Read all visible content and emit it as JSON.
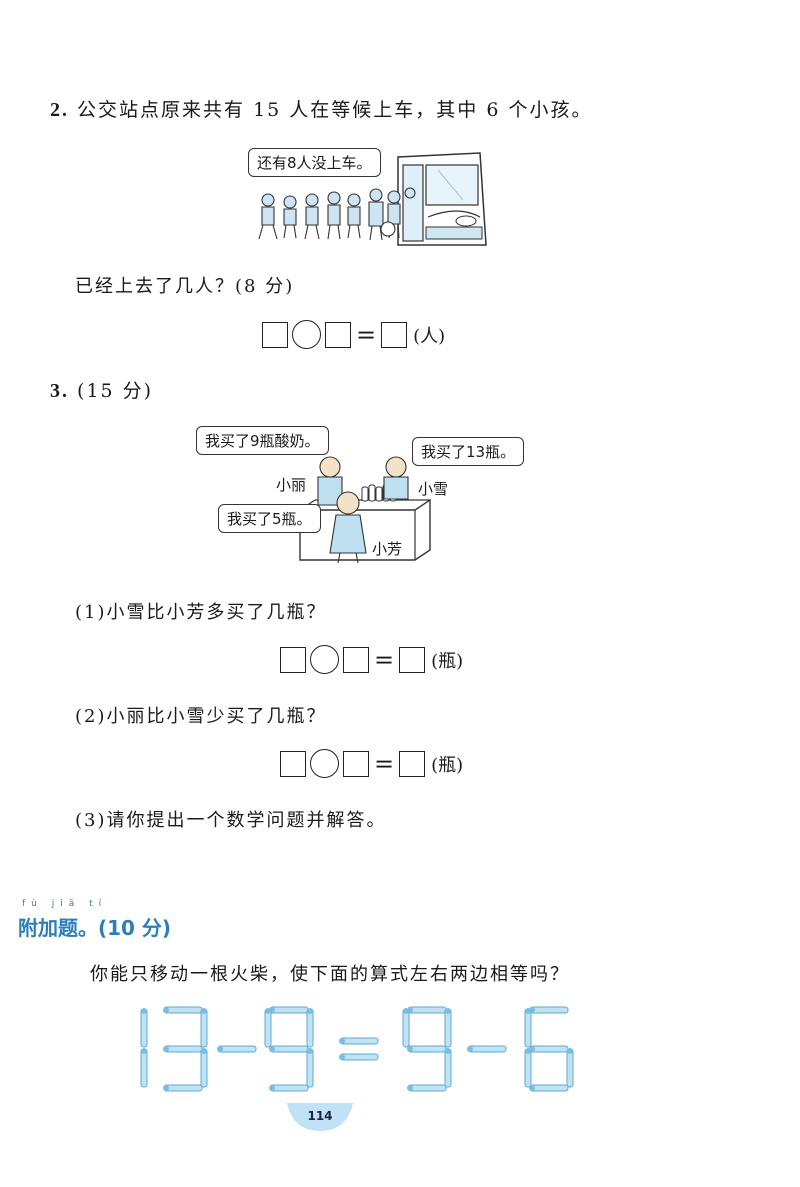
{
  "q2": {
    "num": "2.",
    "text": "公交站点原来共有 15 人在等候上车，其中 6 个小孩。",
    "bubble": "还有8人没上车。",
    "question": "已经上去了几人？(8 分)",
    "unit": "(人)"
  },
  "q3": {
    "num": "3.",
    "text": "(15 分)",
    "bubble_lili": "我买了9瓶酸奶。",
    "bubble_xue": "我买了13瓶。",
    "bubble_fang": "我买了5瓶。",
    "name_lili": "小丽",
    "name_xue": "小雪",
    "name_fang": "小芳",
    "sub1": "(1)小雪比小芳多买了几瓶？",
    "sub2": "(2)小丽比小雪少买了几瓶？",
    "sub3": "(3)请你提出一个数学问题并解答。",
    "unit": "(瓶)"
  },
  "extra": {
    "pinyin": "fù jiā tí",
    "title": "附加题。(10 分)",
    "question": "你能只移动一根火柴，使下面的算式左右两边相等吗？"
  },
  "page_number": "114",
  "colors": {
    "accent": "#2a7fb8",
    "match": "#7bbfe0",
    "tab": "#bfe3f5"
  }
}
